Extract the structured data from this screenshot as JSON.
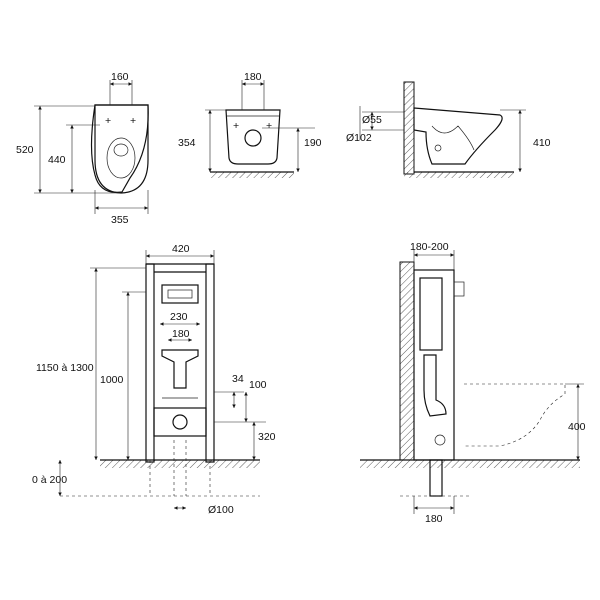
{
  "views": {
    "top": {
      "width_top": "160",
      "height_total": "520",
      "height_seat": "440",
      "width_bottom": "355"
    },
    "front": {
      "width_top": "180",
      "height_left": "354",
      "height_right": "190"
    },
    "side_small": {
      "dia_small": "Ø55",
      "dia_large": "Ø102",
      "height_right": "410"
    },
    "frame_front": {
      "width_top": "420",
      "width_mid": "230",
      "width_inner": "180",
      "height_total": "1150 à 1300",
      "height_frame": "1000",
      "offset_34": "34",
      "offset_100": "100",
      "height_320": "320",
      "floor_range": "0 à 200",
      "dia_bottom": "Ø100"
    },
    "frame_side": {
      "depth_top": "180-200",
      "height_400": "400",
      "depth_bottom": "180"
    }
  }
}
